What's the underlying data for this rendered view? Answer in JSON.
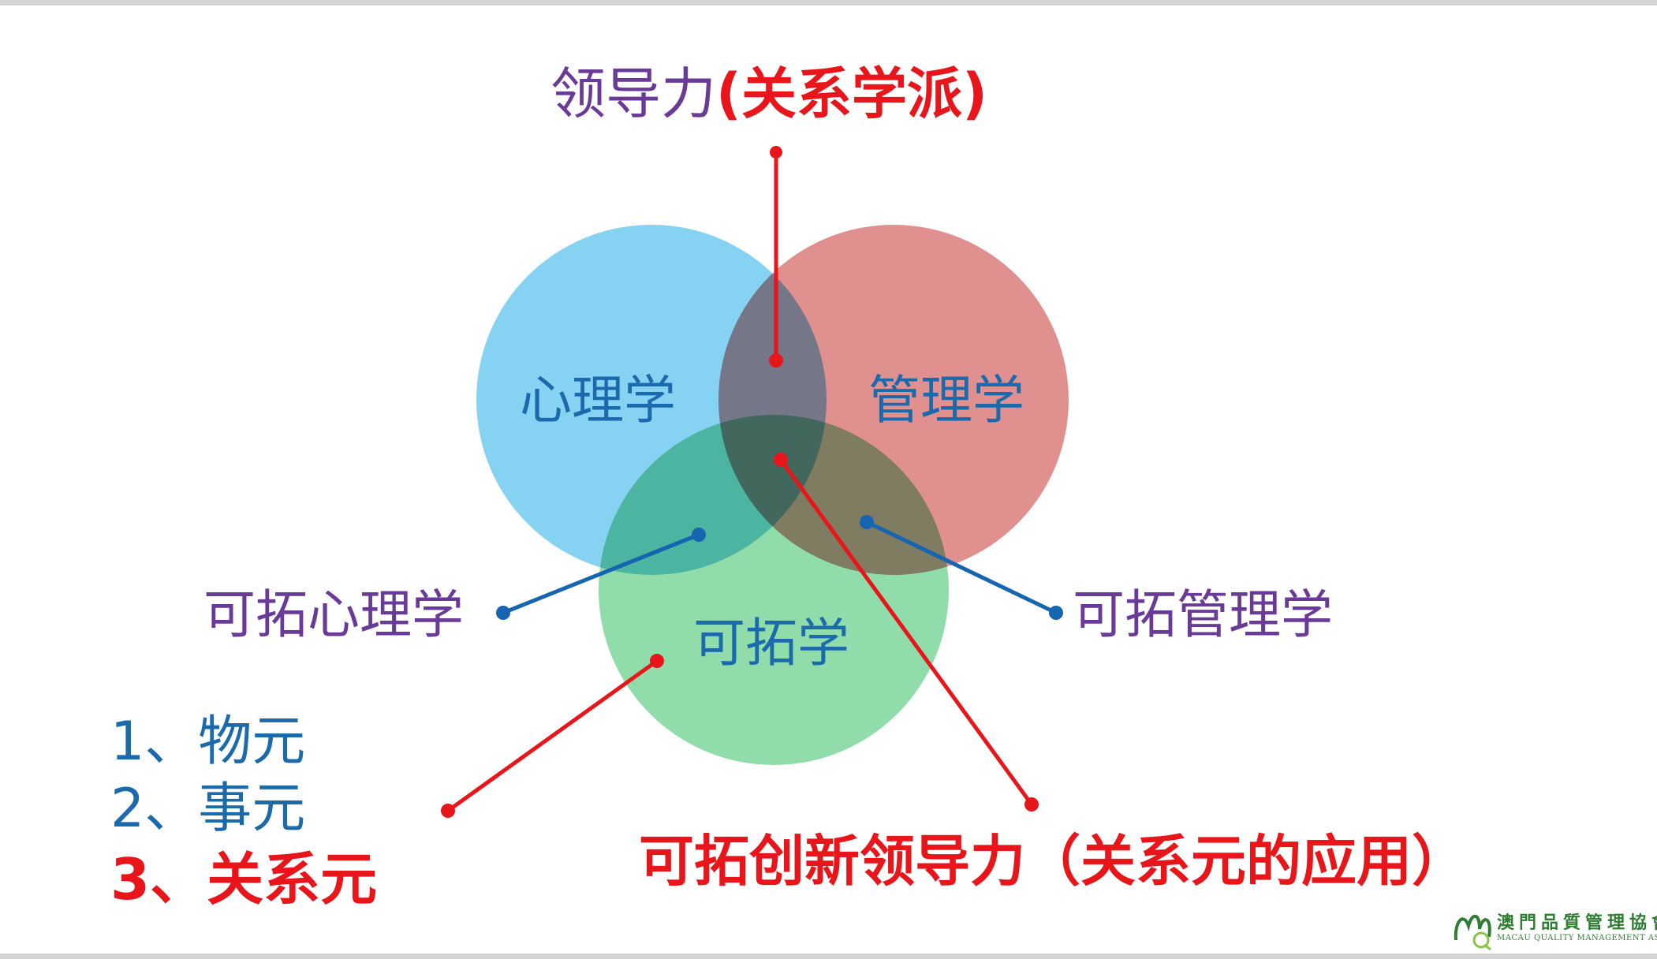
{
  "colors": {
    "circle_psychology": "#7ed0f1",
    "circle_management": "#dc7c7c",
    "circle_extenics": "#7cd69c",
    "purple_text": "#6a3a99",
    "blue_text": "#1a6aac",
    "red_text": "#e8151b",
    "connector_red": "#e8151b",
    "connector_blue": "#1565b0",
    "logo_green": "#2e7d32"
  },
  "title": {
    "prefix": "领导力",
    "highlight": "(关系学派)"
  },
  "circles": {
    "psychology": "心理学",
    "management": "管理学",
    "extenics": "可拓学"
  },
  "side_labels": {
    "extension_psychology": "可拓心理学",
    "extension_management": "可拓管理学"
  },
  "elements_list": [
    {
      "text": "1、物元",
      "emphasis": false
    },
    {
      "text": "2、事元",
      "emphasis": false
    },
    {
      "text": "3、关系元",
      "emphasis": true
    }
  ],
  "bottom_title": "可拓创新领导力（关系元的应用）",
  "logo": {
    "name": "澳門品質管理協會",
    "subtitle": "MACAU QUALITY MANAGEMENT ASSOCIATION",
    "icon": "mqma-logo-icon"
  }
}
